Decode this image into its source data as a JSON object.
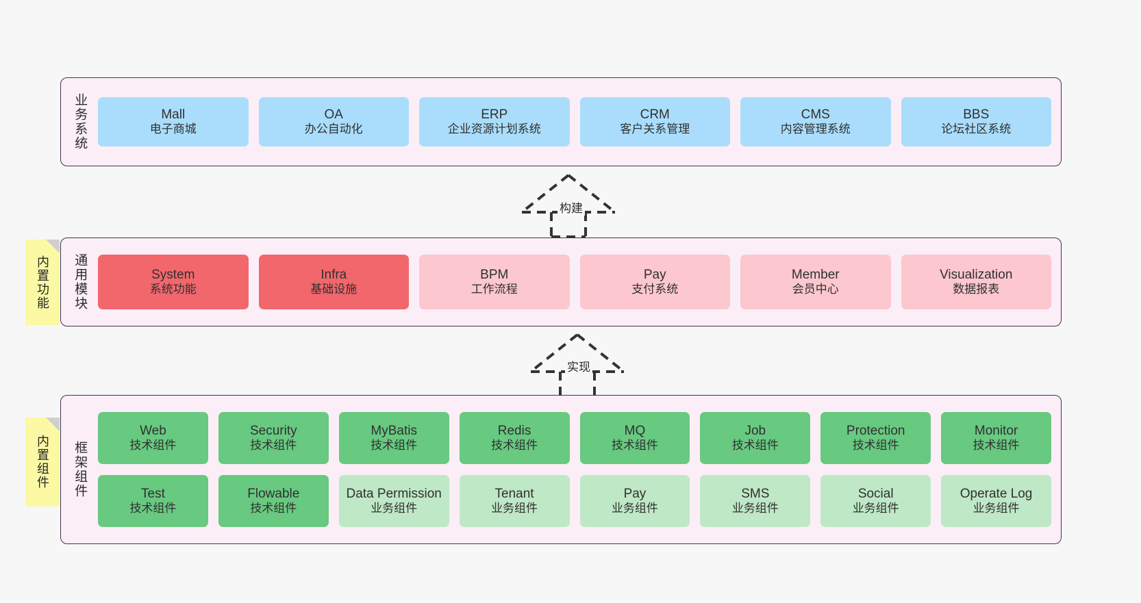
{
  "layers": {
    "business": {
      "label": "业务系统",
      "cards": [
        {
          "title": "Mall",
          "subtitle": "电子商城",
          "color": "#aaddfb"
        },
        {
          "title": "OA",
          "subtitle": "办公自动化",
          "color": "#aaddfb"
        },
        {
          "title": "ERP",
          "subtitle": "企业资源计划系统",
          "color": "#aaddfb"
        },
        {
          "title": "CRM",
          "subtitle": "客户关系管理",
          "color": "#aaddfb"
        },
        {
          "title": "CMS",
          "subtitle": "内容管理系统",
          "color": "#aaddfb"
        },
        {
          "title": "BBS",
          "subtitle": "论坛社区系统",
          "color": "#aaddfb"
        }
      ]
    },
    "common": {
      "label": "通用模块",
      "note": "内置功能",
      "cards": [
        {
          "title": "System",
          "subtitle": "系统功能",
          "color": "#f2676c"
        },
        {
          "title": "Infra",
          "subtitle": "基础设施",
          "color": "#f2676c"
        },
        {
          "title": "BPM",
          "subtitle": "工作流程",
          "color": "#fcc7cf"
        },
        {
          "title": "Pay",
          "subtitle": "支付系统",
          "color": "#fcc7cf"
        },
        {
          "title": "Member",
          "subtitle": "会员中心",
          "color": "#fcc7cf"
        },
        {
          "title": "Visualization",
          "subtitle": "数据报表",
          "color": "#fcc7cf"
        }
      ]
    },
    "framework": {
      "label": "框架组件",
      "note": "内置组件",
      "row1": [
        {
          "title": "Web",
          "subtitle": "技术组件",
          "color": "#68c980"
        },
        {
          "title": "Security",
          "subtitle": "技术组件",
          "color": "#68c980"
        },
        {
          "title": "MyBatis",
          "subtitle": "技术组件",
          "color": "#68c980"
        },
        {
          "title": "Redis",
          "subtitle": "技术组件",
          "color": "#68c980"
        },
        {
          "title": "MQ",
          "subtitle": "技术组件",
          "color": "#68c980"
        },
        {
          "title": "Job",
          "subtitle": "技术组件",
          "color": "#68c980"
        },
        {
          "title": "Protection",
          "subtitle": "技术组件",
          "color": "#68c980"
        },
        {
          "title": "Monitor",
          "subtitle": "技术组件",
          "color": "#68c980"
        }
      ],
      "row2": [
        {
          "title": "Test",
          "subtitle": "技术组件",
          "color": "#68c980"
        },
        {
          "title": "Flowable",
          "subtitle": "技术组件",
          "color": "#68c980"
        },
        {
          "title": "Data Permission",
          "subtitle": "业务组件",
          "color": "#bfe8c6"
        },
        {
          "title": "Tenant",
          "subtitle": "业务组件",
          "color": "#bfe8c6"
        },
        {
          "title": "Pay",
          "subtitle": "业务组件",
          "color": "#bfe8c6"
        },
        {
          "title": "SMS",
          "subtitle": "业务组件",
          "color": "#bfe8c6"
        },
        {
          "title": "Social",
          "subtitle": "业务组件",
          "color": "#bfe8c6"
        },
        {
          "title": "Operate Log",
          "subtitle": "业务组件",
          "color": "#bfe8c6"
        }
      ]
    }
  },
  "connectors": [
    {
      "name": "build",
      "label": "构建"
    },
    {
      "name": "implement",
      "label": "实现"
    }
  ],
  "colors": {
    "panel_background": "#fbeef7",
    "panel_border": "#3c3646",
    "note_background": "#fbf9a4",
    "note_fold": "#cfcfcf",
    "canvas_background": "#f7f7f7",
    "connector_stroke": "#333333"
  }
}
